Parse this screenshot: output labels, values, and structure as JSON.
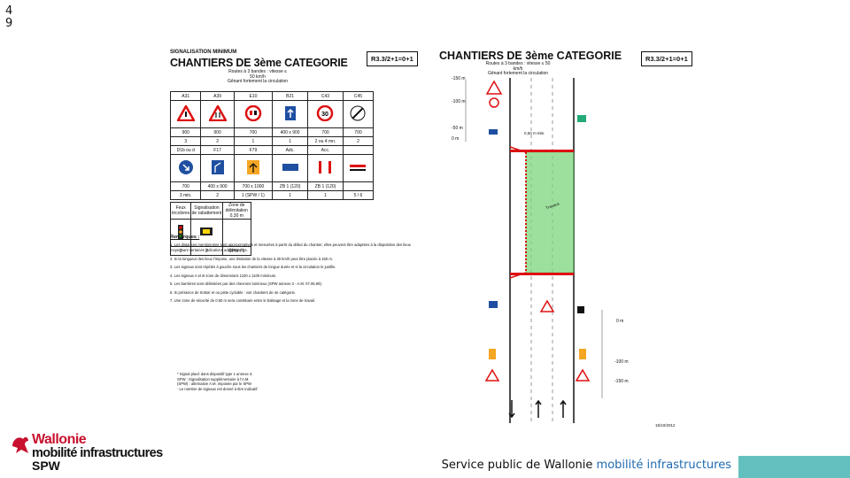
{
  "slide": {
    "number_line1": "4",
    "number_line2": "9"
  },
  "doc": {
    "heading_small": "SIGNALISATION MINIMUM",
    "title": "CHANTIERS DE 3ème CATEGORIE",
    "subtitle_1": "Routes à 3 bandes : vitesse ≤ 50 km/h",
    "subtitle_2": "Gênant fortement la circulation",
    "formula": "R3.3/2+1=0+1",
    "row1_codes": [
      "A31",
      "A39",
      "E10",
      "B21",
      "C43",
      "C45"
    ],
    "row1_dims": [
      "900",
      "900",
      "700",
      "400 x 900",
      "700",
      "700"
    ],
    "row1_qty": [
      "3",
      "2",
      "1",
      "1",
      "2 ou 4 mn.",
      "2"
    ],
    "row2_codes": [
      "D1b ou d",
      "F17",
      "F79",
      "Adc.",
      "Acc."
    ],
    "row2_dims": [
      "700",
      "400 x 900",
      "700 x 1000",
      "ZB 1 (120)",
      "ZB 1 (120)"
    ],
    "row2_qty": [
      "3 min.",
      "2",
      "1 (SPW / 1)",
      "1",
      "1",
      "5 / 6"
    ],
    "row3_labels": [
      "Feux tricolores",
      "Signalisation de rabattement",
      "Zone de délimitation 0,30 m"
    ],
    "row3_qty": [
      "2",
      "2",
      "SPW / 1"
    ],
    "remarks_title": "Remarques :",
    "remarks": [
      "1. Les distances mentionnées sont approximatives et mesurées à partir du début du chantier; elles peuvent être adaptées à la disposition des lieux moyennant certaines indications additionnelles.",
      "2. Si la longueur des lieux l'impose, une limitation de la vitesse à 30 km/h peut être placée à 150 m.",
      "3. Les signaux sont répétés à gauche sous les chantiers de longue durée et si la circulation le justifie.",
      "4. Les signaux A et B zone de dimensions 1100 x 1100 minimum.",
      "5. Les barrières sont délimitées par des chevrons lumineux (SPW annexe 3 - A.M. 07.05.99).",
      "6. Si présence de trottoir et ou piste cyclable : voir chantiers de 4e catégorie.",
      "7. Une zone de sécurité de 0.50 m sera constituée entre le balisage et la zone de travail."
    ],
    "legend": [
      "* Signal placé dans dispositif type 1 annexe 3.",
      "SPW : Signalisation supplémentaire à l'A.M.",
      "(SPW) : alternative A.M. imposée par le SPW",
      "- Le nombre de signaux est donné à titre indicatif"
    ]
  },
  "plan": {
    "title": "CHANTIERS DE 3ème CATEGORIE",
    "subtitle_1": "Routes à 3 bandes : vitesse ≤ 50 km/h",
    "subtitle_2": "Gênant fortement la circulation",
    "formula": "R3.3/2+1=0+1",
    "distances_left": [
      "-150 m",
      "-100 m",
      "-50 m",
      "0 m"
    ],
    "distances_right": [
      "0 m",
      "-100 m",
      "-150 m"
    ],
    "safety_label": "0,50 m Min.",
    "work_zone_label": "Travaux",
    "date": "15/10/2012"
  },
  "footer": {
    "text_main": "Service public de Wallonie",
    "text_accent": "mobilité infrastructures",
    "bar_color": "#64c0bf"
  },
  "logo": {
    "line1": "Wallonie",
    "line2": "mobilité infrastructures",
    "line3": "SPW",
    "brand_color": "#c8102e"
  }
}
